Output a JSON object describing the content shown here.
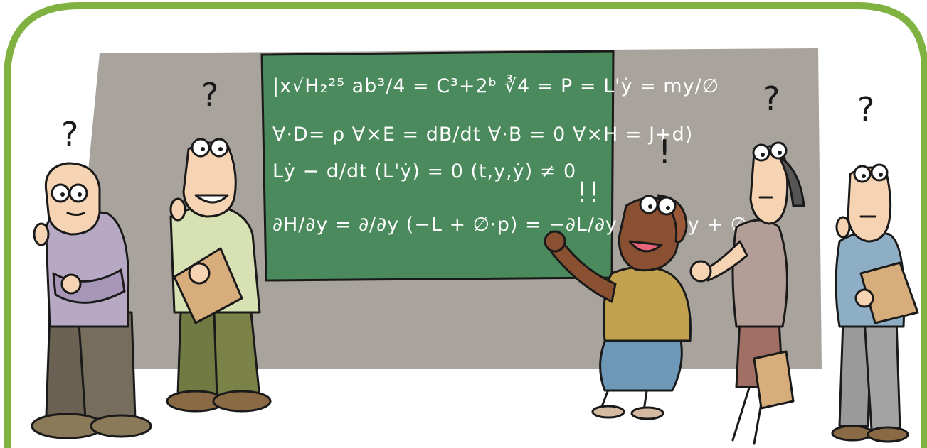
{
  "colors": {
    "frame_green": "#7fb241",
    "wall_gray": "#a8a39c",
    "board_green": "#4a8a5c",
    "board_border": "#1a1a1a",
    "skin": "#f6d3b3",
    "skin_dark": "#8a5032"
  },
  "board": {
    "lines": [
      "|x√H₂²⁵ ab³/4 = C³+2ᵇ ∛4 = P = L'ẏ = my/∅",
      "∀·D= ρ  ∀×E = dB/dt  ∀·B = 0  ∀×H = J+d)",
      "Lẏ − d/dt (L'ẏ) = 0 (t,y,ẏ) ≠ 0",
      "∂H/∂y = ∂/∂y (−L + ∅·p) = −∂L/∂y − ∂L/∂y + ∅",
      "!!"
    ]
  },
  "marks": {
    "q1": "?",
    "q2": "?",
    "q3": "?",
    "q4": "?",
    "exclaim": "!"
  },
  "icons": {
    "person1": "confused-man-arms-crossed-icon",
    "person2": "smiling-man-with-folder-icon",
    "person3": "woman-presenter-with-chalk-icon",
    "person4": "woman-pointing-icon",
    "person5": "man-with-folder-icon"
  }
}
